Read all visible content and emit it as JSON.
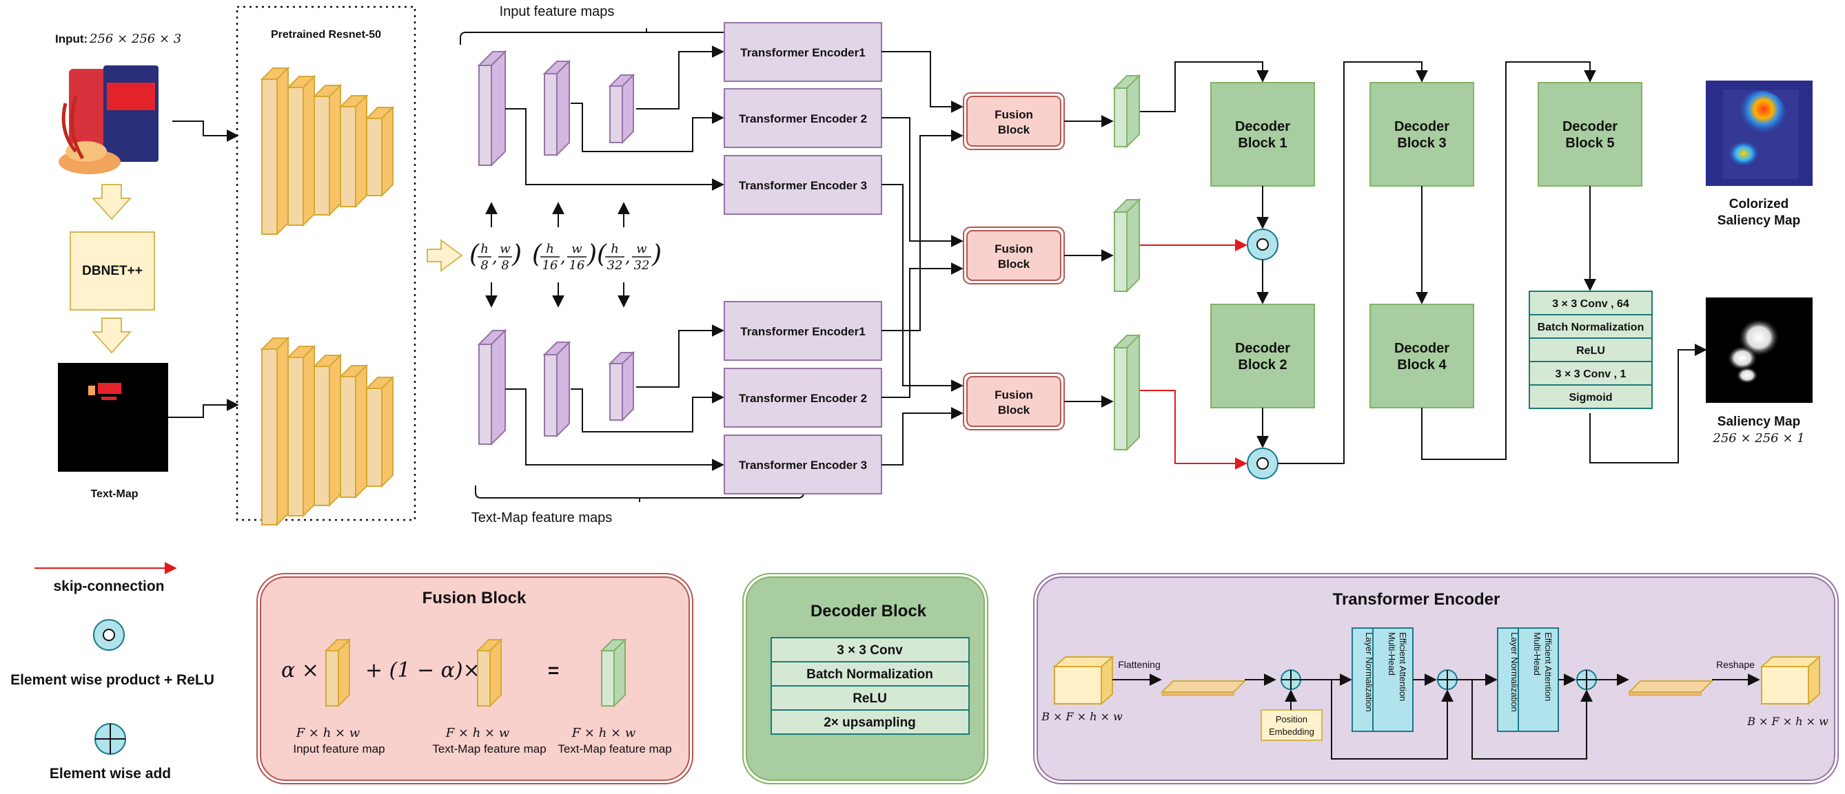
{
  "input": {
    "label": "Input:",
    "dims": "256 × 256 × 3"
  },
  "dbnet": {
    "label": "DBNET++"
  },
  "textmap": {
    "label": "Text-Map"
  },
  "resnet": {
    "label": "Pretrained Resnet-50"
  },
  "feature_maps": {
    "input_label": "Input feature maps",
    "textmap_label": "Text-Map feature maps",
    "scales": [
      {
        "num": "h",
        "den": "8"
      },
      {
        "num": "h",
        "den": "16"
      },
      {
        "num": "h",
        "den": "32"
      }
    ]
  },
  "encoders": {
    "top": [
      "Transformer Encoder1",
      "Transformer Encoder 2",
      "Transformer Encoder 3"
    ],
    "bottom": [
      "Transformer Encoder1",
      "Transformer Encoder 2",
      "Transformer Encoder 3"
    ]
  },
  "fusion": {
    "line1": "Fusion",
    "line2": "Block"
  },
  "decoders": [
    {
      "line1": "Decoder",
      "line2": "Block 1"
    },
    {
      "line1": "Decoder",
      "line2": "Block 2"
    },
    {
      "line1": "Decoder",
      "line2": "Block 3"
    },
    {
      "line1": "Decoder",
      "line2": "Block 4"
    },
    {
      "line1": "Decoder",
      "line2": "Block 5"
    }
  ],
  "head": [
    "3 × 3 Conv , 64",
    "Batch Normalization",
    "ReLU",
    "3 × 3 Conv , 1",
    "Sigmoid"
  ],
  "outputs": {
    "colorized_line1": "Colorized",
    "colorized_line2": "Saliency Map",
    "saliency_label": "Saliency Map",
    "saliency_dims": "256 × 256 × 1"
  },
  "legend": {
    "skip": "skip-connection",
    "product": "Element wise product + ReLU",
    "add": "Element wise add"
  },
  "fusion_panel": {
    "title": "Fusion Block",
    "alpha": "α ×",
    "one_minus": "+ (1 − α)×",
    "equals": "=",
    "dims": "F × h × w",
    "captions": [
      "Input feature map",
      "Text-Map feature map",
      "Text-Map feature map"
    ]
  },
  "decoder_panel": {
    "title": "Decoder Block",
    "rows": [
      "3 × 3 Conv",
      "Batch Normalization",
      "ReLU",
      "2× upsampling"
    ]
  },
  "transformer_panel": {
    "title": "Transformer Encoder",
    "flattening": "Flattening",
    "reshape": "Reshape",
    "in_dims": "B × F × h × w",
    "out_dims": "B × F × h × w",
    "pos_line1": "Position",
    "pos_line2": "Embedding",
    "layer_norm": "Layer Normalization",
    "mhea_line1": "Multi-Head",
    "mhea_line2": "Efficient Attention"
  },
  "colors": {
    "purple": "#e1d5e7",
    "green": "#a8cda0",
    "pink": "#f8d0cc",
    "yellow": "#fff2cc",
    "cyan": "#b1e3ec",
    "red": "#e31a1a"
  }
}
